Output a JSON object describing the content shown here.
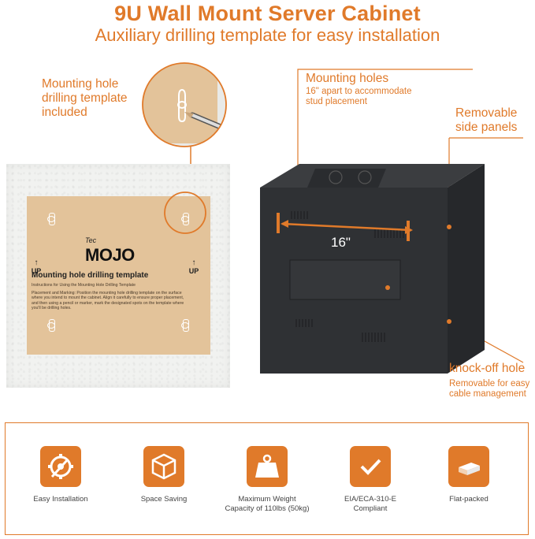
{
  "header": {
    "title": "9U Wall Mount Server Cabinet",
    "subtitle": "Auxiliary drilling template for easy installation"
  },
  "callouts": {
    "template_included": [
      "Mounting hole",
      "drilling template",
      "included"
    ],
    "mounting_holes_title": "Mounting holes",
    "mounting_holes_note": [
      "16\" apart to accommodate",
      "stud placement"
    ],
    "side_panels": [
      "Removable",
      "side panels"
    ],
    "knockoff_title": "knock-off hole",
    "knockoff_note": [
      "Removable for easy",
      "cable management"
    ],
    "measure": "16\""
  },
  "template_sheet": {
    "brand_small": "Tec",
    "brand": "MOJO",
    "heading": "Mounting hole drilling template",
    "subheading": "Instructions for Using the Mounting Hole Drilling Template",
    "body": "Placement and Marking: Position the mounting hole drilling template on the surface where you intend to mount the cabinet. Align it carefully to ensure proper placement, and then using a pencil or marker, mark the designated spots on the template where you'll be drilling holes.",
    "up_label": "UP"
  },
  "features": [
    {
      "icon": "gear-wrench-icon",
      "label": "Easy Installation"
    },
    {
      "icon": "cube-icon",
      "label": "Space Saving"
    },
    {
      "icon": "weight-icon",
      "label": "Maximum Weight Capacity of 110lbs (50kg)"
    },
    {
      "icon": "checkmark-icon",
      "label": "EIA/ECA-310-E Compliant"
    },
    {
      "icon": "box-icon",
      "label": "Flat-packed"
    }
  ],
  "colors": {
    "accent": "#e07a2a",
    "template": "#e3c39a",
    "cabinet": "#2f3134"
  }
}
